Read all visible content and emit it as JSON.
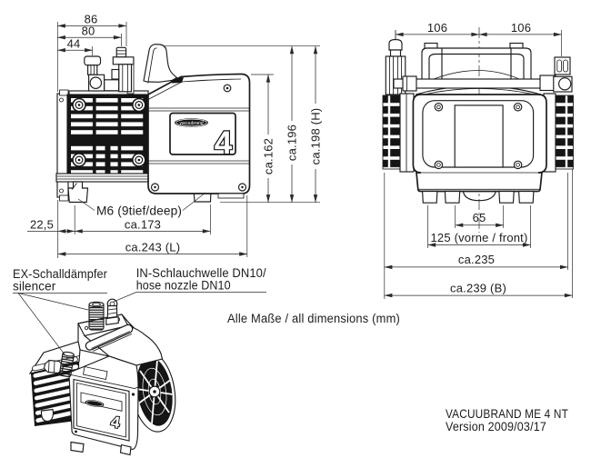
{
  "drawing": {
    "side_view": {
      "dim_86": "86",
      "dim_80": "80",
      "dim_44": "44",
      "dim_162": "ca.162",
      "dim_196": "ca.196",
      "dim_198": "ca.198 (H)",
      "dim_225": "22,5",
      "dim_173": "ca.173",
      "dim_243": "ca.243 (L)",
      "label_m6": "M6 (9tief/deep)"
    },
    "front_view": {
      "dim_106_left": "106",
      "dim_106_right": "106",
      "dim_65": "65",
      "dim_125": "125 (vorne / front)",
      "dim_235": "ca.235",
      "dim_239": "ca.239 (B)"
    },
    "iso_view": {
      "label_silencer_line1": "EX-Schalldämpfer",
      "label_silencer_line2": "silencer",
      "label_nozzle_line1": "IN-Schlauchwelle DN10/",
      "label_nozzle_line2": "hose nozzle DN10"
    },
    "branding": {
      "logo": "vacuubrand",
      "model_digit": "4"
    },
    "note": "Alle Maße / all dimensions (mm)",
    "title": "VACUUBRAND ME 4 NT",
    "version": "Version 2009/03/17",
    "colors": {
      "line": "#1c1c1c",
      "dark_fill": "#151515",
      "background": "#ffffff"
    }
  }
}
